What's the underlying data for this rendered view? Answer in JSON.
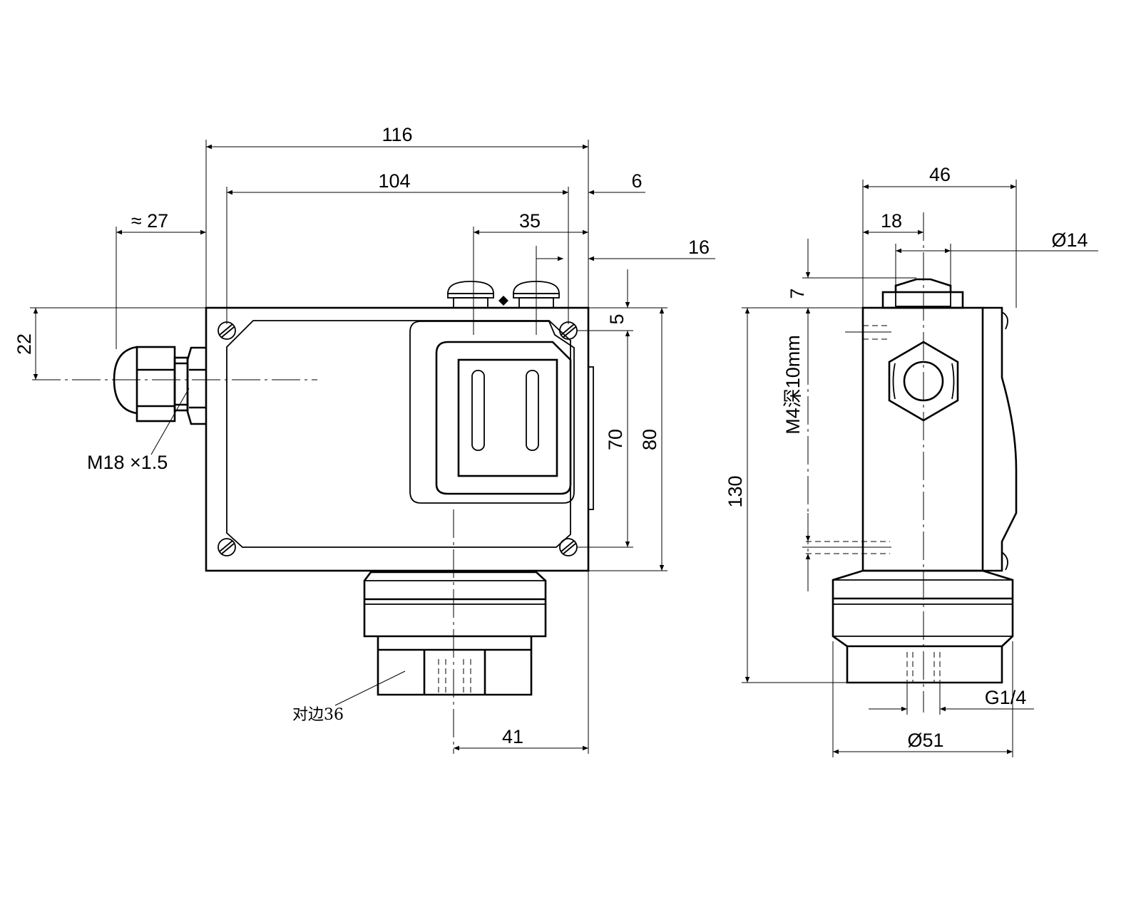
{
  "front_view": {
    "dims": {
      "overall_width": "116",
      "hole_spacing_width": "104",
      "edge_offset": "6",
      "window_offset": "35",
      "screw_offset": "16",
      "gland_length": "≈ 27",
      "gland_height": "22",
      "hole_edge": "5",
      "hole_spacing_height": "70",
      "overall_height": "80",
      "port_offset": "41"
    },
    "labels": {
      "gland_thread": "M18 ×1.5",
      "hex_across_flats": "对边36"
    }
  },
  "side_view": {
    "dims": {
      "width": "46",
      "center_offset": "18",
      "cap_diameter": "Ø14",
      "cap_height": "7",
      "mount_thread": "M4深10mm",
      "total_height": "130",
      "port_thread": "G1/4",
      "base_diameter": "Ø51"
    }
  }
}
